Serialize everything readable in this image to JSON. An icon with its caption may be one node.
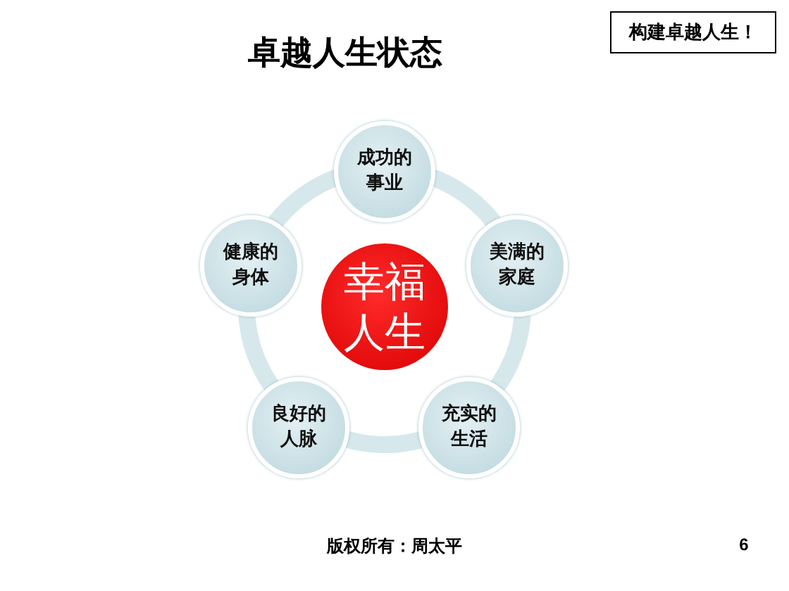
{
  "diagram": {
    "title": "卓越人生状态",
    "nodes": [
      {
        "text": [
          "构建卓越人生！"
        ]
      },
      {
        "text": [
          "幸福人生"
        ]
      },
      {
        "text": [
          "成功的事业"
        ]
      },
      {
        "text": [
          "美满的家庭"
        ]
      },
      {
        "text": [
          "充实的生活"
        ]
      },
      {
        "text": [
          "良好的人脉"
        ]
      },
      {
        "text": [
          "健康的身体"
        ]
      }
    ],
    "labels": [
      "版权所有：周太平",
      "6"
    ]
  }
}
